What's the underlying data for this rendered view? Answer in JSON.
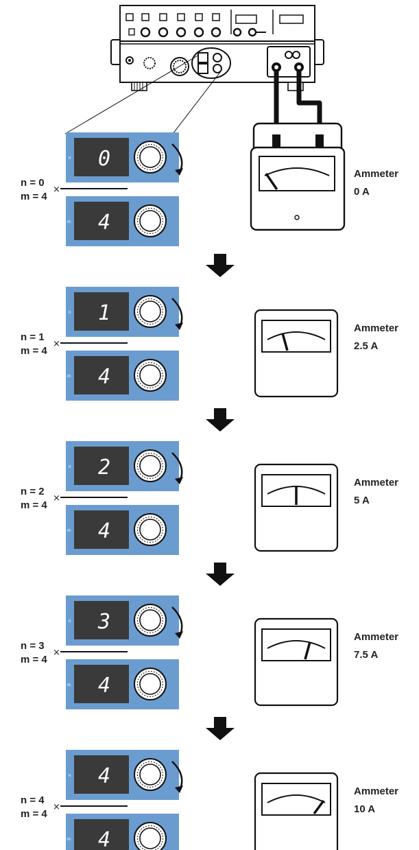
{
  "steps": [
    {
      "n_label": "n = 0",
      "m_label": "m = 4",
      "n_digit": "0",
      "m_digit": "4",
      "ammeter_label": "Ammeter",
      "current": "0 A",
      "needle_fraction": 0.0
    },
    {
      "n_label": "n = 1",
      "m_label": "m = 4",
      "n_digit": "1",
      "m_digit": "4",
      "ammeter_label": "Ammeter",
      "current": "2.5 A",
      "needle_fraction": 0.25
    },
    {
      "n_label": "n = 2",
      "m_label": "m = 4",
      "n_digit": "2",
      "m_digit": "4",
      "ammeter_label": "Ammeter",
      "current": "5 A",
      "needle_fraction": 0.5
    },
    {
      "n_label": "n = 3",
      "m_label": "m = 4",
      "n_digit": "3",
      "m_digit": "4",
      "ammeter_label": "Ammeter",
      "current": "7.5 A",
      "needle_fraction": 0.75
    },
    {
      "n_label": "n = 4",
      "m_label": "m = 4",
      "n_digit": "4",
      "m_digit": "4",
      "ammeter_label": "Ammeter",
      "current": "10 A",
      "needle_fraction": 1.0
    }
  ],
  "panel_n_mark": "n",
  "panel_m_mark": "m",
  "times_sign": "×",
  "colors": {
    "panel": "#6b9ccf",
    "display": "#3a3a3a",
    "ink": "#111111"
  }
}
